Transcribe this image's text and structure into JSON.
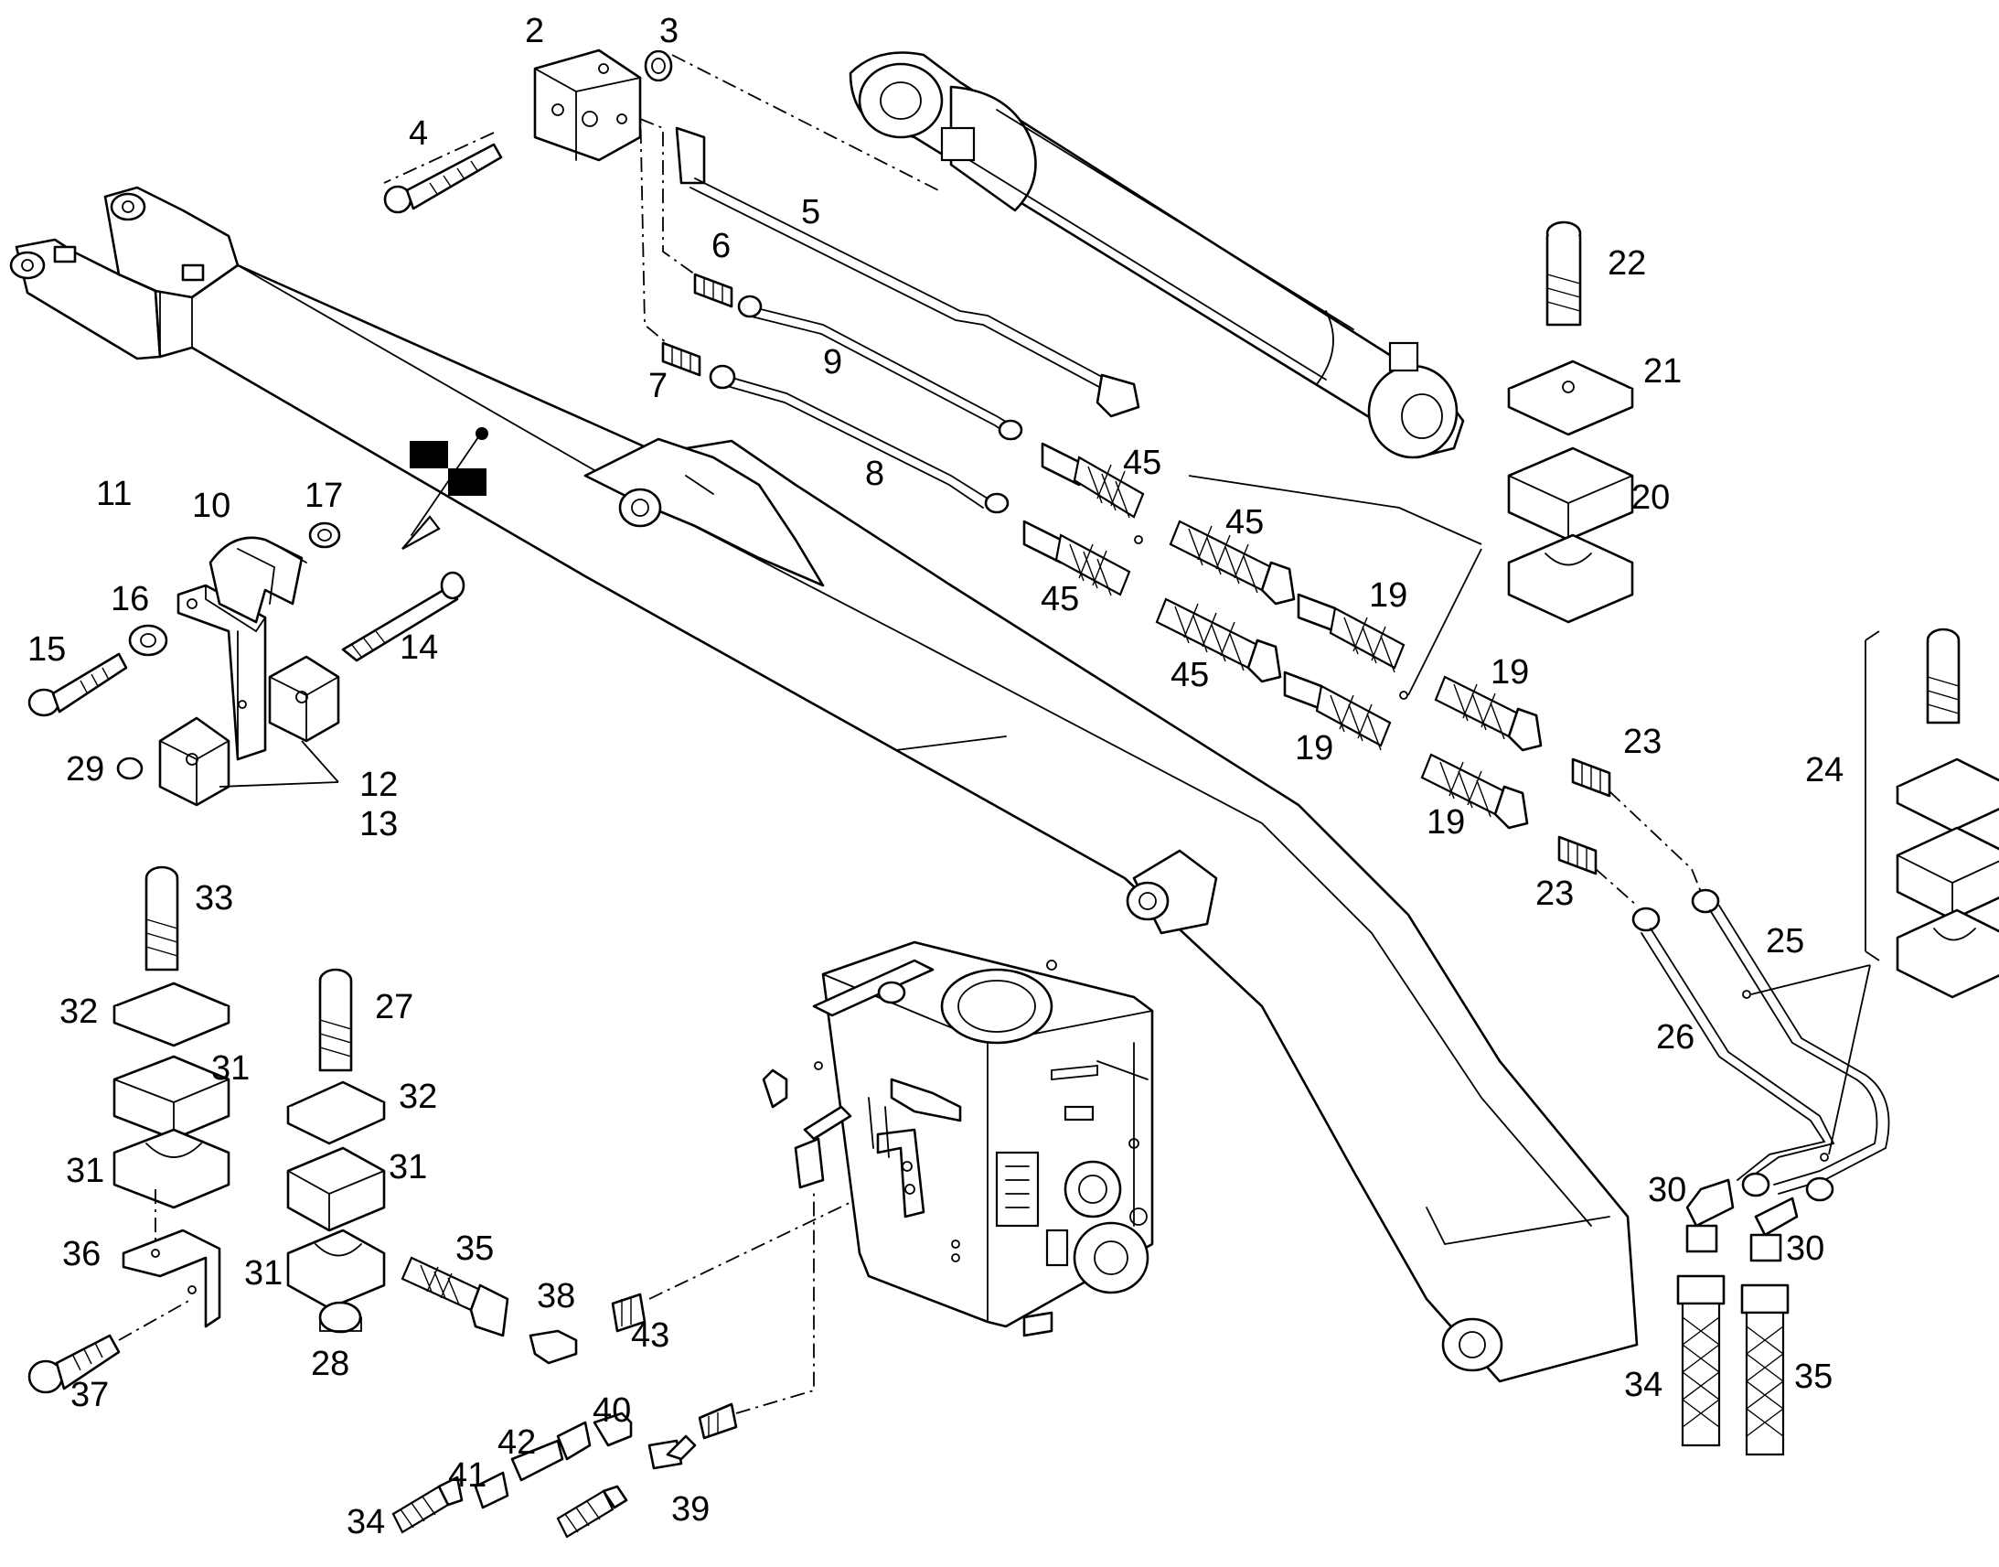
{
  "diagram": {
    "callouts": [
      {
        "id": "c2",
        "text": "2"
      },
      {
        "id": "c3",
        "text": "3"
      },
      {
        "id": "c4",
        "text": "4"
      },
      {
        "id": "c5",
        "text": "5"
      },
      {
        "id": "c6",
        "text": "6"
      },
      {
        "id": "c7",
        "text": "7"
      },
      {
        "id": "c8",
        "text": "8"
      },
      {
        "id": "c9",
        "text": "9"
      },
      {
        "id": "c10",
        "text": "10"
      },
      {
        "id": "c11",
        "text": "11"
      },
      {
        "id": "c12",
        "text": "12"
      },
      {
        "id": "c13",
        "text": "13"
      },
      {
        "id": "c14",
        "text": "14"
      },
      {
        "id": "c15",
        "text": "15"
      },
      {
        "id": "c16",
        "text": "16"
      },
      {
        "id": "c17",
        "text": "17"
      },
      {
        "id": "c19a",
        "text": "19"
      },
      {
        "id": "c19b",
        "text": "19"
      },
      {
        "id": "c19c",
        "text": "19"
      },
      {
        "id": "c19d",
        "text": "19"
      },
      {
        "id": "c20",
        "text": "20"
      },
      {
        "id": "c21",
        "text": "21"
      },
      {
        "id": "c22",
        "text": "22"
      },
      {
        "id": "c23a",
        "text": "23"
      },
      {
        "id": "c23b",
        "text": "23"
      },
      {
        "id": "c24",
        "text": "24"
      },
      {
        "id": "c25",
        "text": "25"
      },
      {
        "id": "c26",
        "text": "26"
      },
      {
        "id": "c27",
        "text": "27"
      },
      {
        "id": "c28",
        "text": "28"
      },
      {
        "id": "c29",
        "text": "29"
      },
      {
        "id": "c30a",
        "text": "30"
      },
      {
        "id": "c30b",
        "text": "30"
      },
      {
        "id": "c31a",
        "text": "31"
      },
      {
        "id": "c31b",
        "text": "31"
      },
      {
        "id": "c31c",
        "text": "31"
      },
      {
        "id": "c31d",
        "text": "31"
      },
      {
        "id": "c32a",
        "text": "32"
      },
      {
        "id": "c32b",
        "text": "32"
      },
      {
        "id": "c33",
        "text": "33"
      },
      {
        "id": "c34a",
        "text": "34"
      },
      {
        "id": "c34b",
        "text": "34"
      },
      {
        "id": "c35a",
        "text": "35"
      },
      {
        "id": "c35b",
        "text": "35"
      },
      {
        "id": "c36",
        "text": "36"
      },
      {
        "id": "c37",
        "text": "37"
      },
      {
        "id": "c38",
        "text": "38"
      },
      {
        "id": "c39",
        "text": "39"
      },
      {
        "id": "c40",
        "text": "40"
      },
      {
        "id": "c41",
        "text": "41"
      },
      {
        "id": "c42",
        "text": "42"
      },
      {
        "id": "c43",
        "text": "43"
      },
      {
        "id": "c45a",
        "text": "45"
      },
      {
        "id": "c45b",
        "text": "45"
      },
      {
        "id": "c45c",
        "text": "45"
      },
      {
        "id": "c45d",
        "text": "45"
      }
    ]
  }
}
